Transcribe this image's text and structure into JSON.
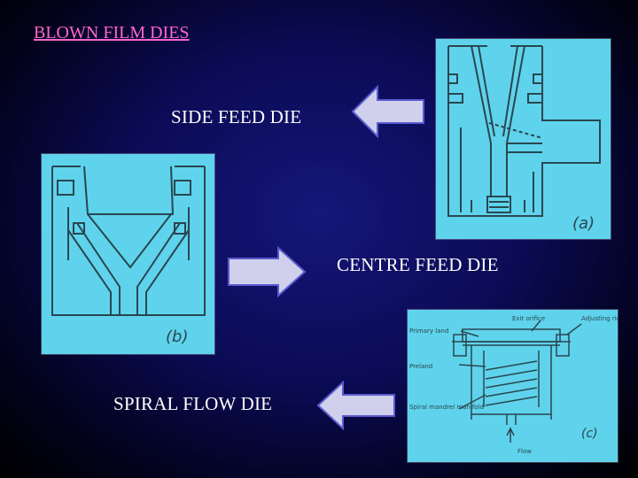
{
  "slide": {
    "title": "BLOWN FILM DIES",
    "title_color": "#ff66cc",
    "panel_color": "#5fd3ec",
    "line_color": "#2a4650",
    "arrow_fill": "#d0d0ec",
    "arrow_edge": "#5a5ad0"
  },
  "labels": {
    "side_feed": "SIDE FEED DIE",
    "centre_feed": "CENTRE FEED DIE",
    "spiral_flow": "SPIRAL FLOW DIE"
  },
  "figures": {
    "a_caption": "(a)",
    "b_caption": "(b)",
    "c_caption": "(c)",
    "c_labels": {
      "exit_orifice": "Exit orifice",
      "adjusting_ring": "Adjusting ring",
      "primary_land": "Primary land",
      "preland": "Preland",
      "spiral_manifold": "Spiral mandrel manifold",
      "flow": "Flow"
    }
  },
  "icons": {
    "arrow_side_feed": "arrow-left-icon",
    "arrow_centre_feed": "arrow-right-icon",
    "arrow_spiral_flow": "arrow-left-icon"
  }
}
